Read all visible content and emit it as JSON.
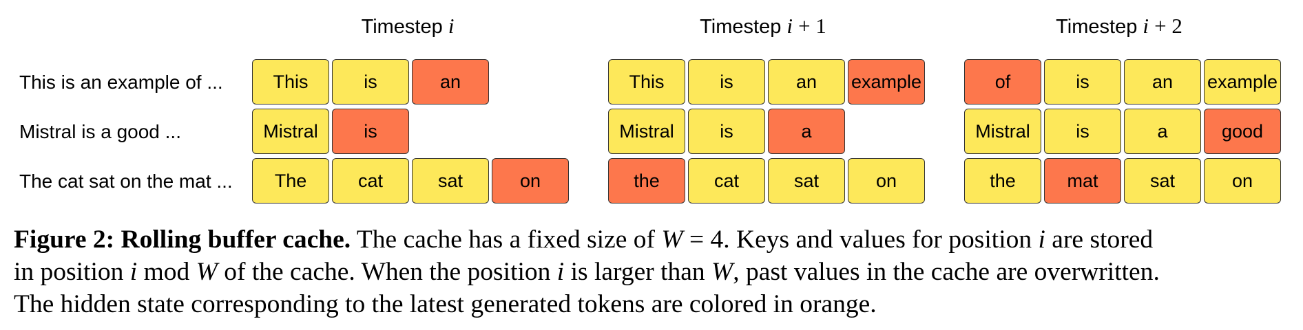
{
  "colors": {
    "token_fill": "#fde85a",
    "latest_token_fill": "#fd774c",
    "border": "#333333"
  },
  "timesteps": [
    {
      "title_text": "Timestep",
      "title_var": "i",
      "title_suffix": "",
      "rows": [
        {
          "cells": [
            {
              "text": "This",
              "latest": false
            },
            {
              "text": "is",
              "latest": false
            },
            {
              "text": "an",
              "latest": true
            }
          ]
        },
        {
          "cells": [
            {
              "text": "Mistral",
              "latest": false
            },
            {
              "text": "is",
              "latest": true
            }
          ]
        },
        {
          "cells": [
            {
              "text": "The",
              "latest": false
            },
            {
              "text": "cat",
              "latest": false
            },
            {
              "text": "sat",
              "latest": false
            },
            {
              "text": "on",
              "latest": true
            }
          ]
        }
      ]
    },
    {
      "title_text": "Timestep",
      "title_var": "i",
      "title_suffix": "+ 1",
      "rows": [
        {
          "cells": [
            {
              "text": "This",
              "latest": false
            },
            {
              "text": "is",
              "latest": false
            },
            {
              "text": "an",
              "latest": false
            },
            {
              "text": "example",
              "latest": true
            }
          ]
        },
        {
          "cells": [
            {
              "text": "Mistral",
              "latest": false
            },
            {
              "text": "is",
              "latest": false
            },
            {
              "text": "a",
              "latest": true
            }
          ]
        },
        {
          "cells": [
            {
              "text": "the",
              "latest": true
            },
            {
              "text": "cat",
              "latest": false
            },
            {
              "text": "sat",
              "latest": false
            },
            {
              "text": "on",
              "latest": false
            }
          ]
        }
      ]
    },
    {
      "title_text": "Timestep",
      "title_var": "i",
      "title_suffix": "+ 2",
      "rows": [
        {
          "cells": [
            {
              "text": "of",
              "latest": true
            },
            {
              "text": "is",
              "latest": false
            },
            {
              "text": "an",
              "latest": false
            },
            {
              "text": "example",
              "latest": false
            }
          ]
        },
        {
          "cells": [
            {
              "text": "Mistral",
              "latest": false
            },
            {
              "text": "is",
              "latest": false
            },
            {
              "text": "a",
              "latest": false
            },
            {
              "text": "good",
              "latest": true
            }
          ]
        },
        {
          "cells": [
            {
              "text": "the",
              "latest": false
            },
            {
              "text": "mat",
              "latest": true
            },
            {
              "text": "sat",
              "latest": false
            },
            {
              "text": "on",
              "latest": false
            }
          ]
        }
      ]
    }
  ],
  "row_labels": [
    "This is an example of ...",
    "Mistral is a good ...",
    "The cat sat on the mat ..."
  ],
  "caption": {
    "lead": "Figure 2: Rolling buffer cache.",
    "line1_a": "The cache has a fixed size of",
    "line1_W": "W",
    "line1_eq": " = 4.",
    "line1_b": "Keys and values for position",
    "line1_i": "i",
    "line1_c": "are stored",
    "line2_a": "in position",
    "line2_i": "i",
    "line2_mod": "mod",
    "line2_W": "W",
    "line2_b": "of the cache. When the position",
    "line2_i2": "i",
    "line2_c": "is larger than",
    "line2_W2": "W",
    "line2_d": ", past values in the cache are overwritten.",
    "line3": "The hidden state corresponding to the latest generated tokens are colored in orange."
  }
}
